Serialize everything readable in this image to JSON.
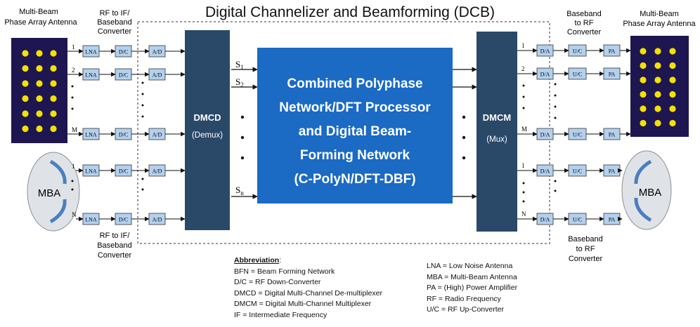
{
  "title": "Digital Channelizer and Beamforming (DCB)",
  "left": {
    "antenna_label_1": "Multi-Beam",
    "antenna_label_2": "Phase Array Antenna",
    "converter_label_top": [
      "RF to IF/",
      "Baseband",
      "Converter"
    ],
    "converter_label_bottom": [
      "RF to IF/",
      "Baseband",
      "Converter"
    ],
    "mba_label": "MBA",
    "channel_numbers": [
      "1",
      "2",
      "M",
      "1",
      "N"
    ]
  },
  "right": {
    "antenna_label_1": "Multi-Beam",
    "antenna_label_2": "Phase Array Antenna",
    "converter_label_top": [
      "Baseband",
      "to RF",
      "Converter"
    ],
    "converter_label_bottom": [
      "Baseband",
      "to RF",
      "Converter"
    ],
    "mba_label": "MBA",
    "channel_numbers": [
      "1",
      "2",
      "M",
      "1",
      "N"
    ]
  },
  "blocks": {
    "lna": "LNA",
    "dc": "D/C",
    "ad": "A/D",
    "da": "D/A",
    "uc": "U/C",
    "pa": "PA"
  },
  "dmcd": {
    "title": "DMCD",
    "subtitle": "(Demux)"
  },
  "dmcm": {
    "title": "DMCM",
    "subtitle": "(Mux)"
  },
  "processor": {
    "lines": [
      "Combined Polyphase",
      "Network/DFT Processor",
      "and Digital Beam-",
      "Forming Network",
      "(C-PolyN/DFT-DBF)"
    ]
  },
  "signals": {
    "s1": "S",
    "s1_sub": "1",
    "s2": "S",
    "s2_sub": "2",
    "sn": "S",
    "sn_sub": "n"
  },
  "abbreviations": {
    "heading": "Abbreviation",
    "heading_suffix": ":",
    "left_list": [
      "BFN = Beam Forming Network",
      "D/C = RF Down-Converter",
      "DMCD =  Digital Multi-Channel De-multiplexer",
      "DMCM =  Digital Multi-Channel Multiplexer",
      "IF = Intermediate Frequency"
    ],
    "right_list": [
      "LNA = Low Noise Antenna",
      "MBA = Multi-Beam Antenna",
      "PA = (High) Power Amplifier",
      "RF = Radio Frequency",
      "U/C = RF Up-Converter"
    ]
  },
  "colors": {
    "antenna_panel": "#1e1650",
    "antenna_dot": "#f4e100",
    "small_block": "#b3d1ee",
    "dmc_block": "#2a4868",
    "processor": "#1b6ac4",
    "mba_fill": "#dfe3e8",
    "mba_arc": "#4a7fbf"
  }
}
